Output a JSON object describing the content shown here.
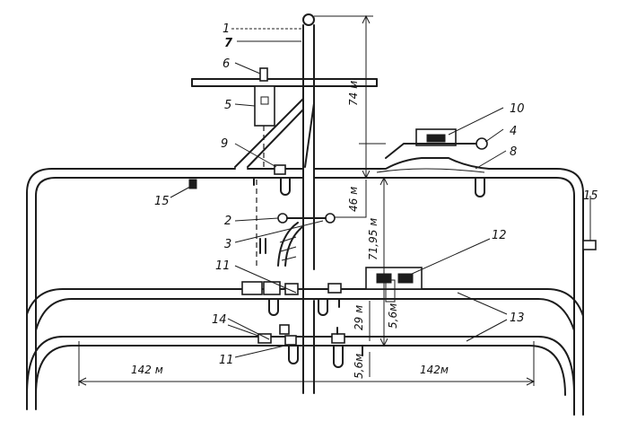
{
  "labels": {
    "n1": "1",
    "n2": "2",
    "n3": "3",
    "n4": "4",
    "n5": "5",
    "n6": "6",
    "n7": "7",
    "n8": "8",
    "n9": "9",
    "n10": "10",
    "n11a": "11",
    "n11b": "11",
    "n12": "12",
    "n13": "13",
    "n14": "14",
    "n15a": "15",
    "n15b": "15"
  },
  "dimensions": {
    "d74": "74 м",
    "d46": "46 м",
    "d7195": "71,95 м",
    "d29": "29 м",
    "d56a": "5,6м",
    "d56b": "5,6м",
    "d142l": "142 м",
    "d142r": "142м"
  }
}
